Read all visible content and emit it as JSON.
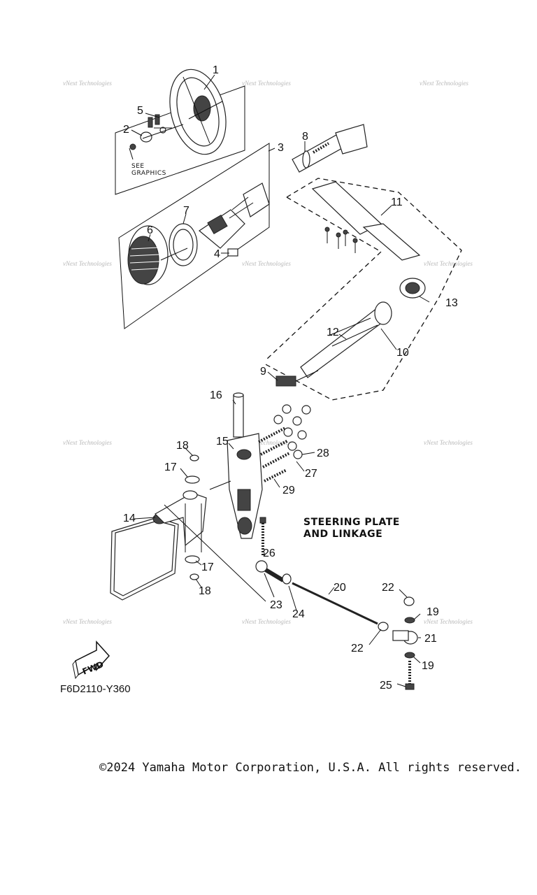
{
  "diagram": {
    "title_line1": "STEERING PLATE",
    "title_line2": "AND LINKAGE",
    "see_graphics_line1": "SEE",
    "see_graphics_line2": "GRAPHICS",
    "figure_code": "F6D2110-Y360",
    "fwd_label": "FWD",
    "watermark": "vNext Technologies",
    "part_numbers": [
      "1",
      "2",
      "3",
      "4",
      "5",
      "6",
      "7",
      "8",
      "9",
      "10",
      "11",
      "12",
      "13",
      "14",
      "15",
      "16",
      "17",
      "17",
      "18",
      "18",
      "19",
      "19",
      "20",
      "21",
      "22",
      "22",
      "23",
      "24",
      "25",
      "26",
      "27",
      "28",
      "29"
    ]
  },
  "footer": {
    "copyright": "©2024 Yamaha Motor Corporation, U.S.A. All rights reserved."
  }
}
